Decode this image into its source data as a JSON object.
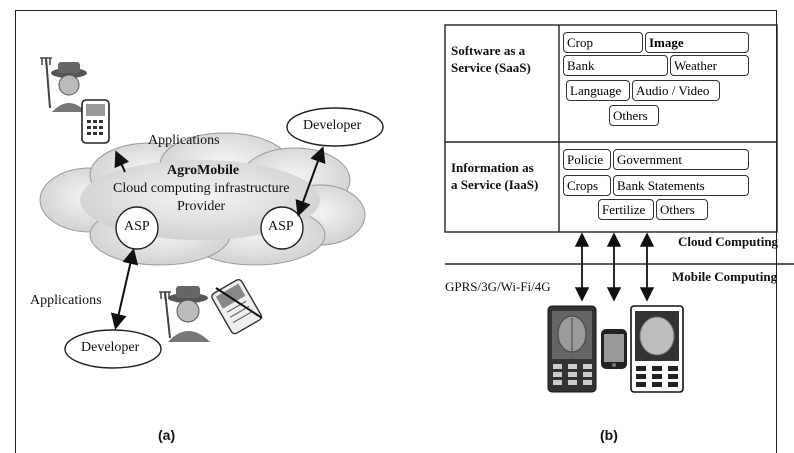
{
  "panel_a": {
    "label": "(a)",
    "applications_top": "Applications",
    "applications_left": "Applications",
    "developer_top": "Developer",
    "developer_bottom": "Developer",
    "cloud_title": "AgroMobile",
    "cloud_line2": "Cloud computing infrastructure",
    "cloud_line3": "Provider",
    "asp_left": "ASP",
    "asp_right": "ASP"
  },
  "panel_b": {
    "label": "(b)",
    "saas_line1": "Software as a",
    "saas_line2": "Service (SaaS)",
    "iaas_line1": "Information as",
    "iaas_line2": "a Service (IaaS)",
    "saas_items": [
      "Crop",
      "Image",
      "Bank",
      "Weather",
      "Language",
      "Audio / Video",
      "Others"
    ],
    "iaas_items": [
      "Policie",
      "Government",
      "Crops",
      "Bank Statements",
      "Fertilize",
      "Others"
    ],
    "cloud_computing": "Cloud Computing",
    "mobile_computing": "Mobile Computing",
    "network": "GPRS/3G/Wi-Fi/4G"
  }
}
